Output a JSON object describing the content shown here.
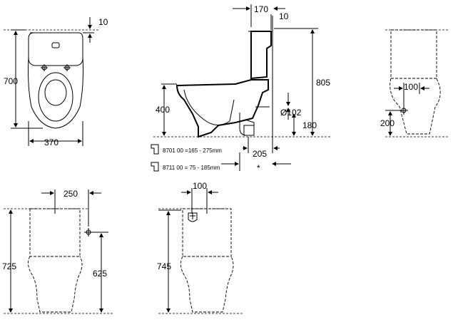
{
  "top_view": {
    "width": "370",
    "depth": "700",
    "offset": "10"
  },
  "side_view": {
    "dim_170": "170",
    "dim_10": "10",
    "height": "805",
    "dim_400": "400",
    "drain_dia": "Ø102",
    "drain_height": "180",
    "drain_dist": "205",
    "note_8701": "8701 00  =165 - 275mm",
    "note_8711": "8711 00 = 75 -  185mm",
    "star": "*"
  },
  "back_view_small": {
    "dim_100": "100",
    "dim_200": "200"
  },
  "front_view": {
    "dim_250": "250",
    "dim_725": "725",
    "dim_625": "625"
  },
  "back_view_large": {
    "dim_100": "100",
    "dim_745": "745"
  }
}
